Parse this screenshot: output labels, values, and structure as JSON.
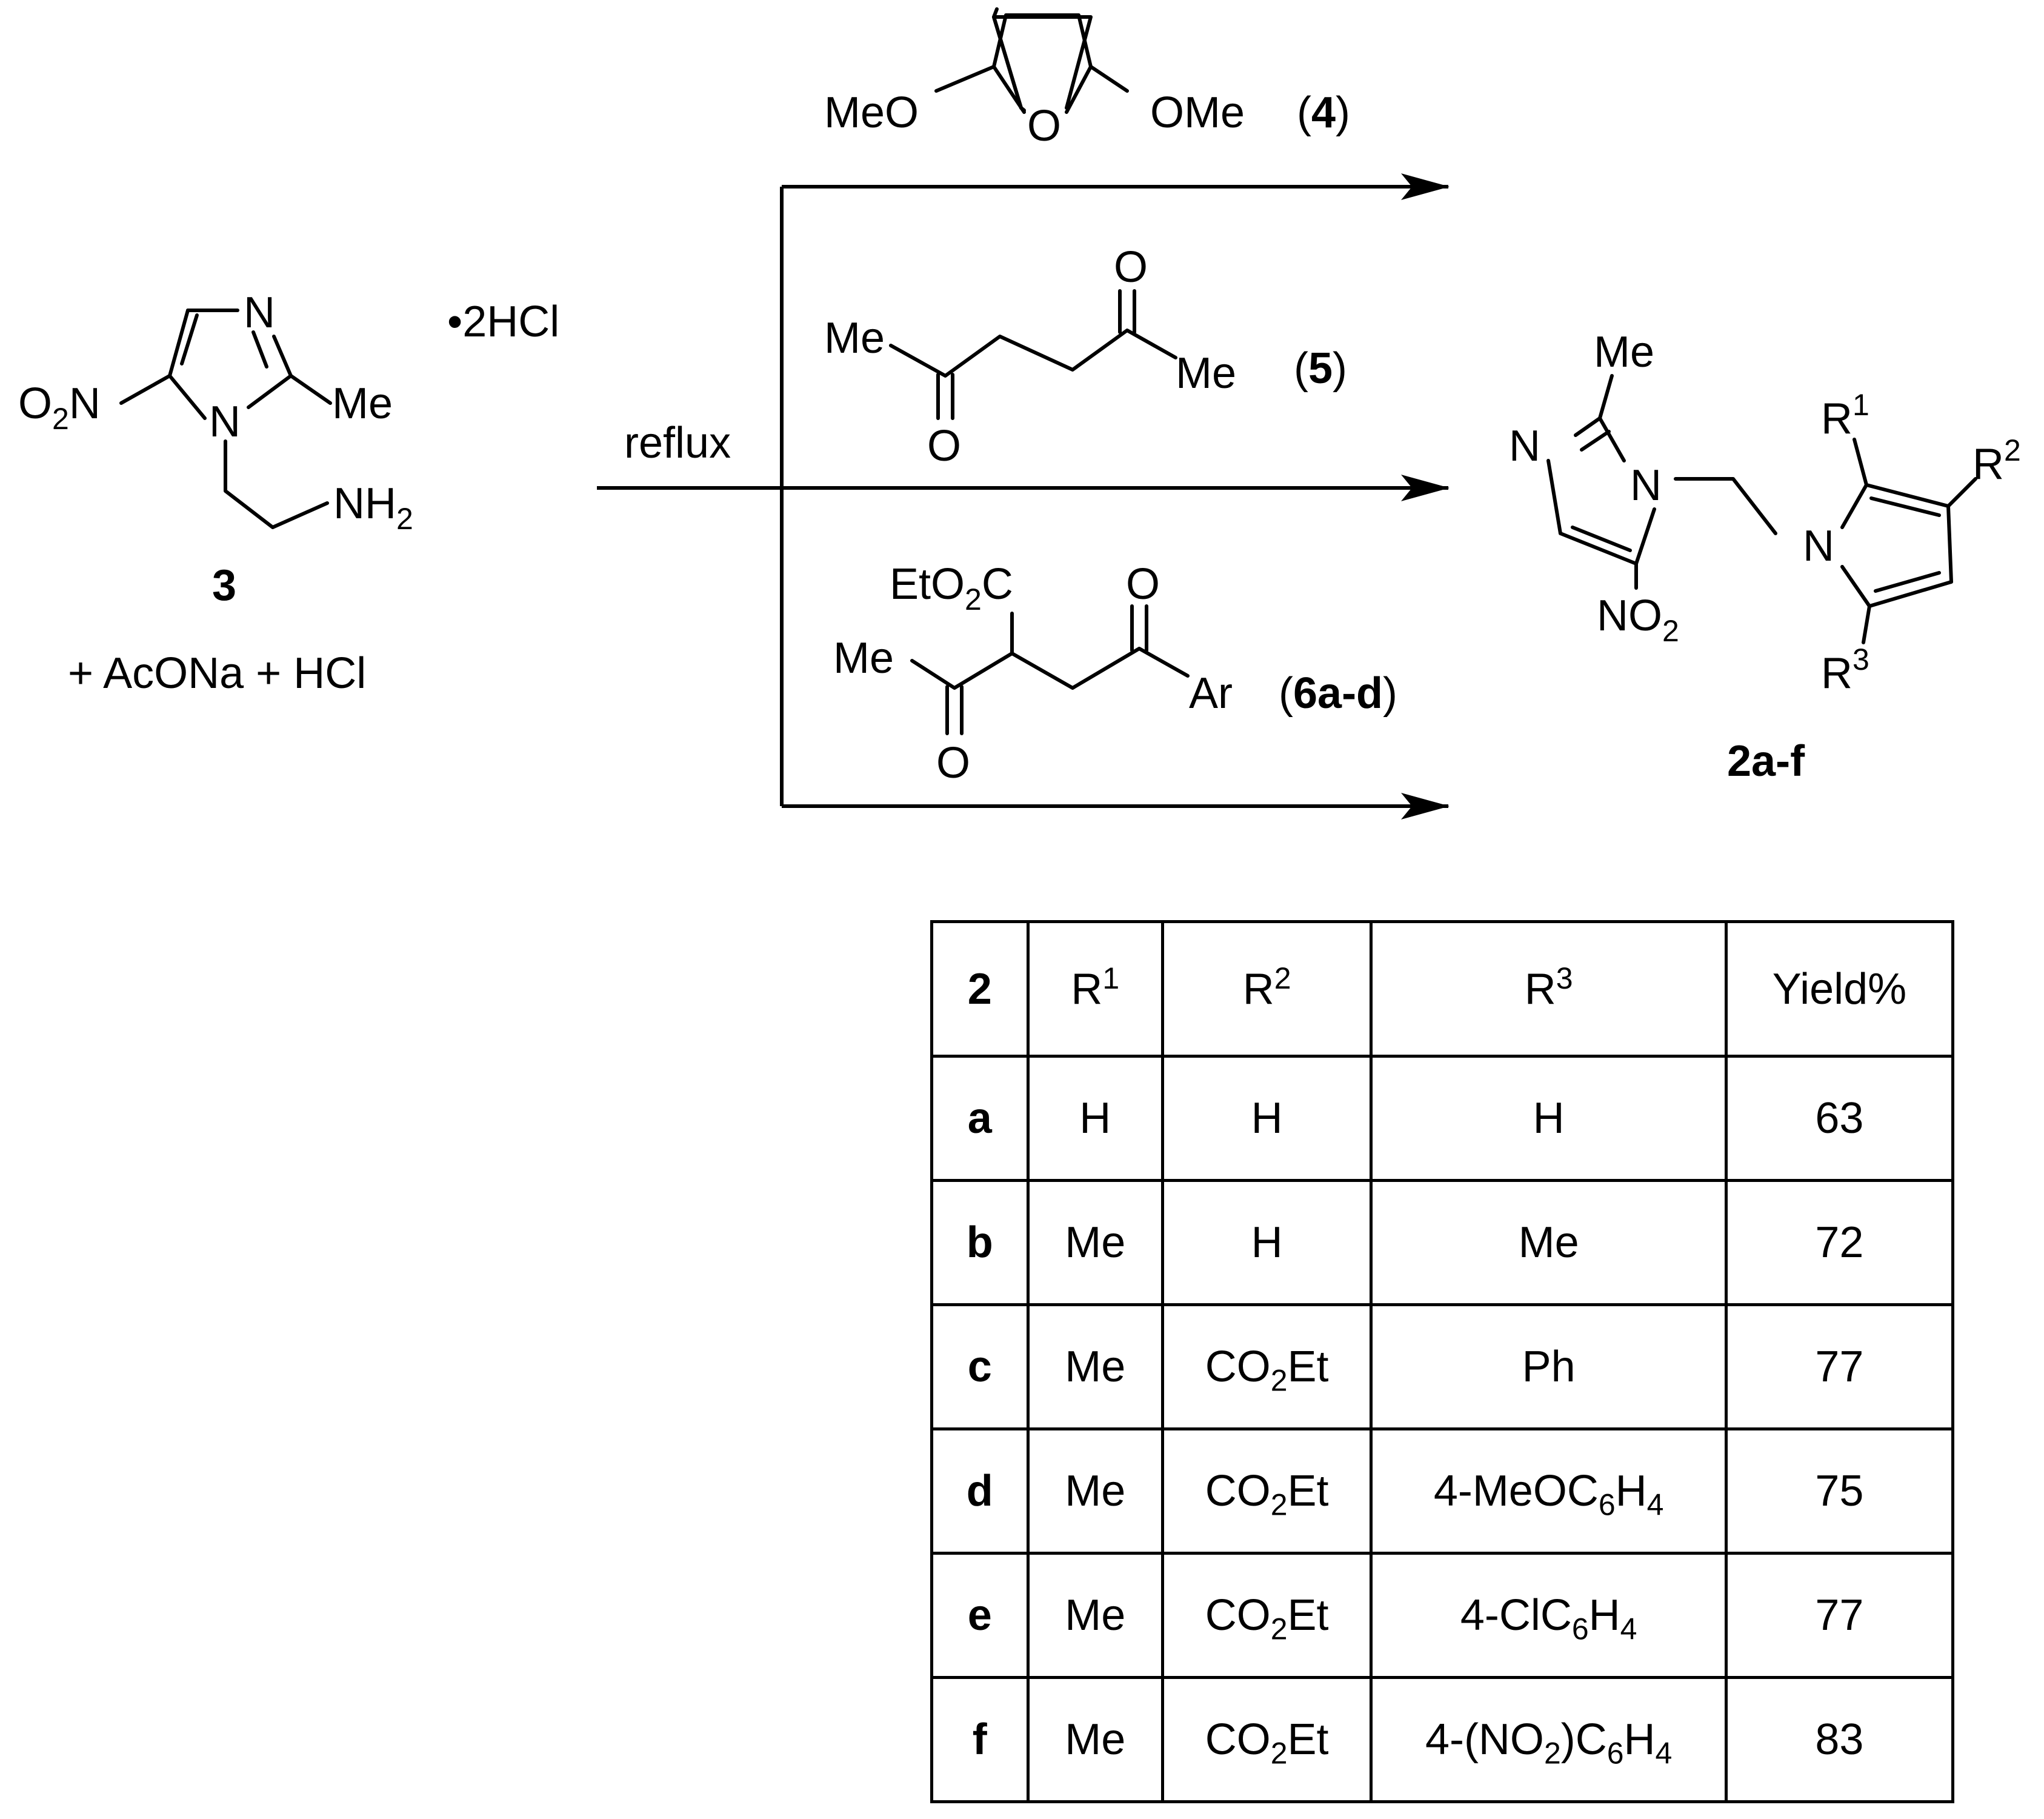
{
  "scheme": {
    "start": {
      "no2": "O2N",
      "n_ring": "N",
      "n_ring2": "N",
      "me": "Me",
      "amine": "NH2",
      "salt": "•2HCl",
      "number": "3",
      "additives": "+ AcONa + HCl"
    },
    "condition": "reflux",
    "reagent4": {
      "meo": "MeO",
      "o": "O",
      "ome": "OMe",
      "label": "4"
    },
    "reagent5": {
      "me_left": "Me",
      "o_top": "O",
      "me_right": "Me",
      "o_bottom": "O",
      "label": "5"
    },
    "reagent6": {
      "eto2c": "EtO2C",
      "me": "Me",
      "o_top": "O",
      "ar": "Ar",
      "o_bottom": "O",
      "label": "6a-d"
    },
    "product": {
      "me": "Me",
      "n_left": "N",
      "n_ring": "N",
      "no2": "NO2",
      "n_pyrrole": "N",
      "r1": "R1",
      "r2": "R2",
      "r3": "R3",
      "label": "2a-f"
    }
  },
  "table": {
    "headers": [
      "2",
      "R1",
      "R2",
      "R3",
      "Yield%"
    ],
    "rows": [
      [
        "a",
        "H",
        "H",
        "H",
        "63"
      ],
      [
        "b",
        "Me",
        "H",
        "Me",
        "72"
      ],
      [
        "c",
        "Me",
        "CO2Et",
        "Ph",
        "77"
      ],
      [
        "d",
        "Me",
        "CO2Et",
        "4-MeOC6H4",
        "75"
      ],
      [
        "e",
        "Me",
        "CO2Et",
        "4-ClC6H4",
        "77"
      ],
      [
        "f",
        "Me",
        "CO2Et",
        "4-(NO2)C6H4",
        "83"
      ]
    ]
  }
}
